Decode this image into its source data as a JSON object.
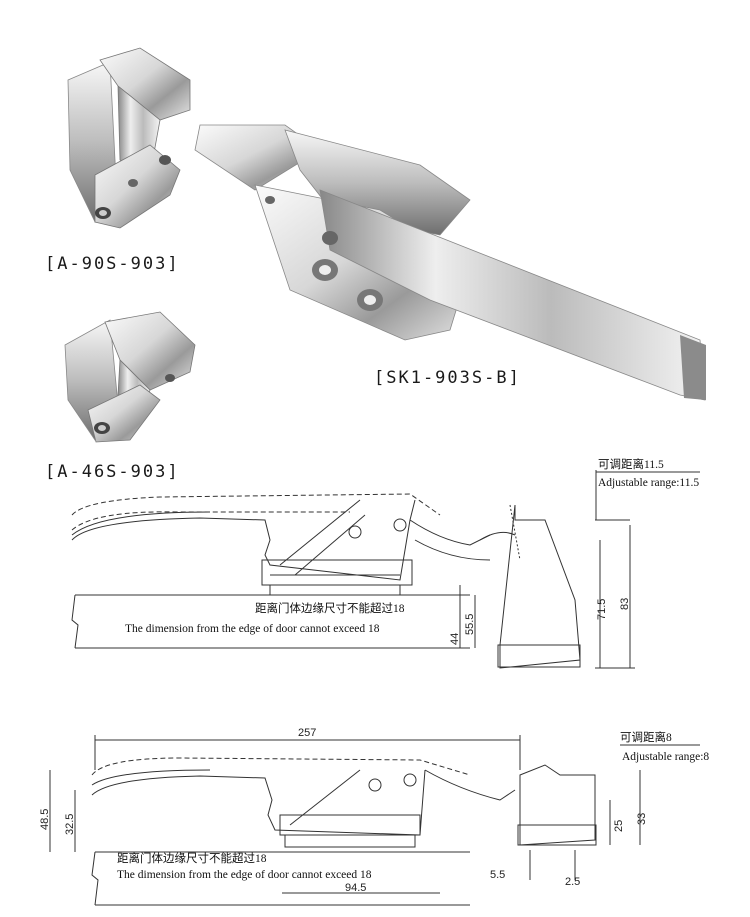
{
  "parts": {
    "catch_a": "[A-90S-903]",
    "latch": "[SK1-903S-B]",
    "catch_b": "[A-46S-903]"
  },
  "drawing_top": {
    "range_cn": "可调距离11.5",
    "range_en": "Adjustable range:11.5",
    "edge_cn": "距离门体边缘尺寸不能超过18",
    "edge_en": "The dimension from the edge of door cannot exceed 18",
    "dims": {
      "d44": "44",
      "d555": "55.5",
      "d715": "71.5",
      "d83": "83"
    }
  },
  "drawing_bottom": {
    "range_cn": "可调距离8",
    "range_en": "Adjustable range:8",
    "edge_cn": "距离门体边缘尺寸不能超过18",
    "edge_en": "The dimension from the edge of door cannot exceed 18",
    "dims": {
      "d257": "257",
      "d485": "48.5",
      "d325": "32.5",
      "d945": "94.5",
      "d55": "5.5",
      "d25": "2.5",
      "d25b": "25",
      "d33": "33"
    }
  },
  "colors": {
    "metal_light": "#f2f2f2",
    "metal_mid": "#c9c9c9",
    "metal_dark": "#7d7d7d",
    "line": "#333333"
  }
}
